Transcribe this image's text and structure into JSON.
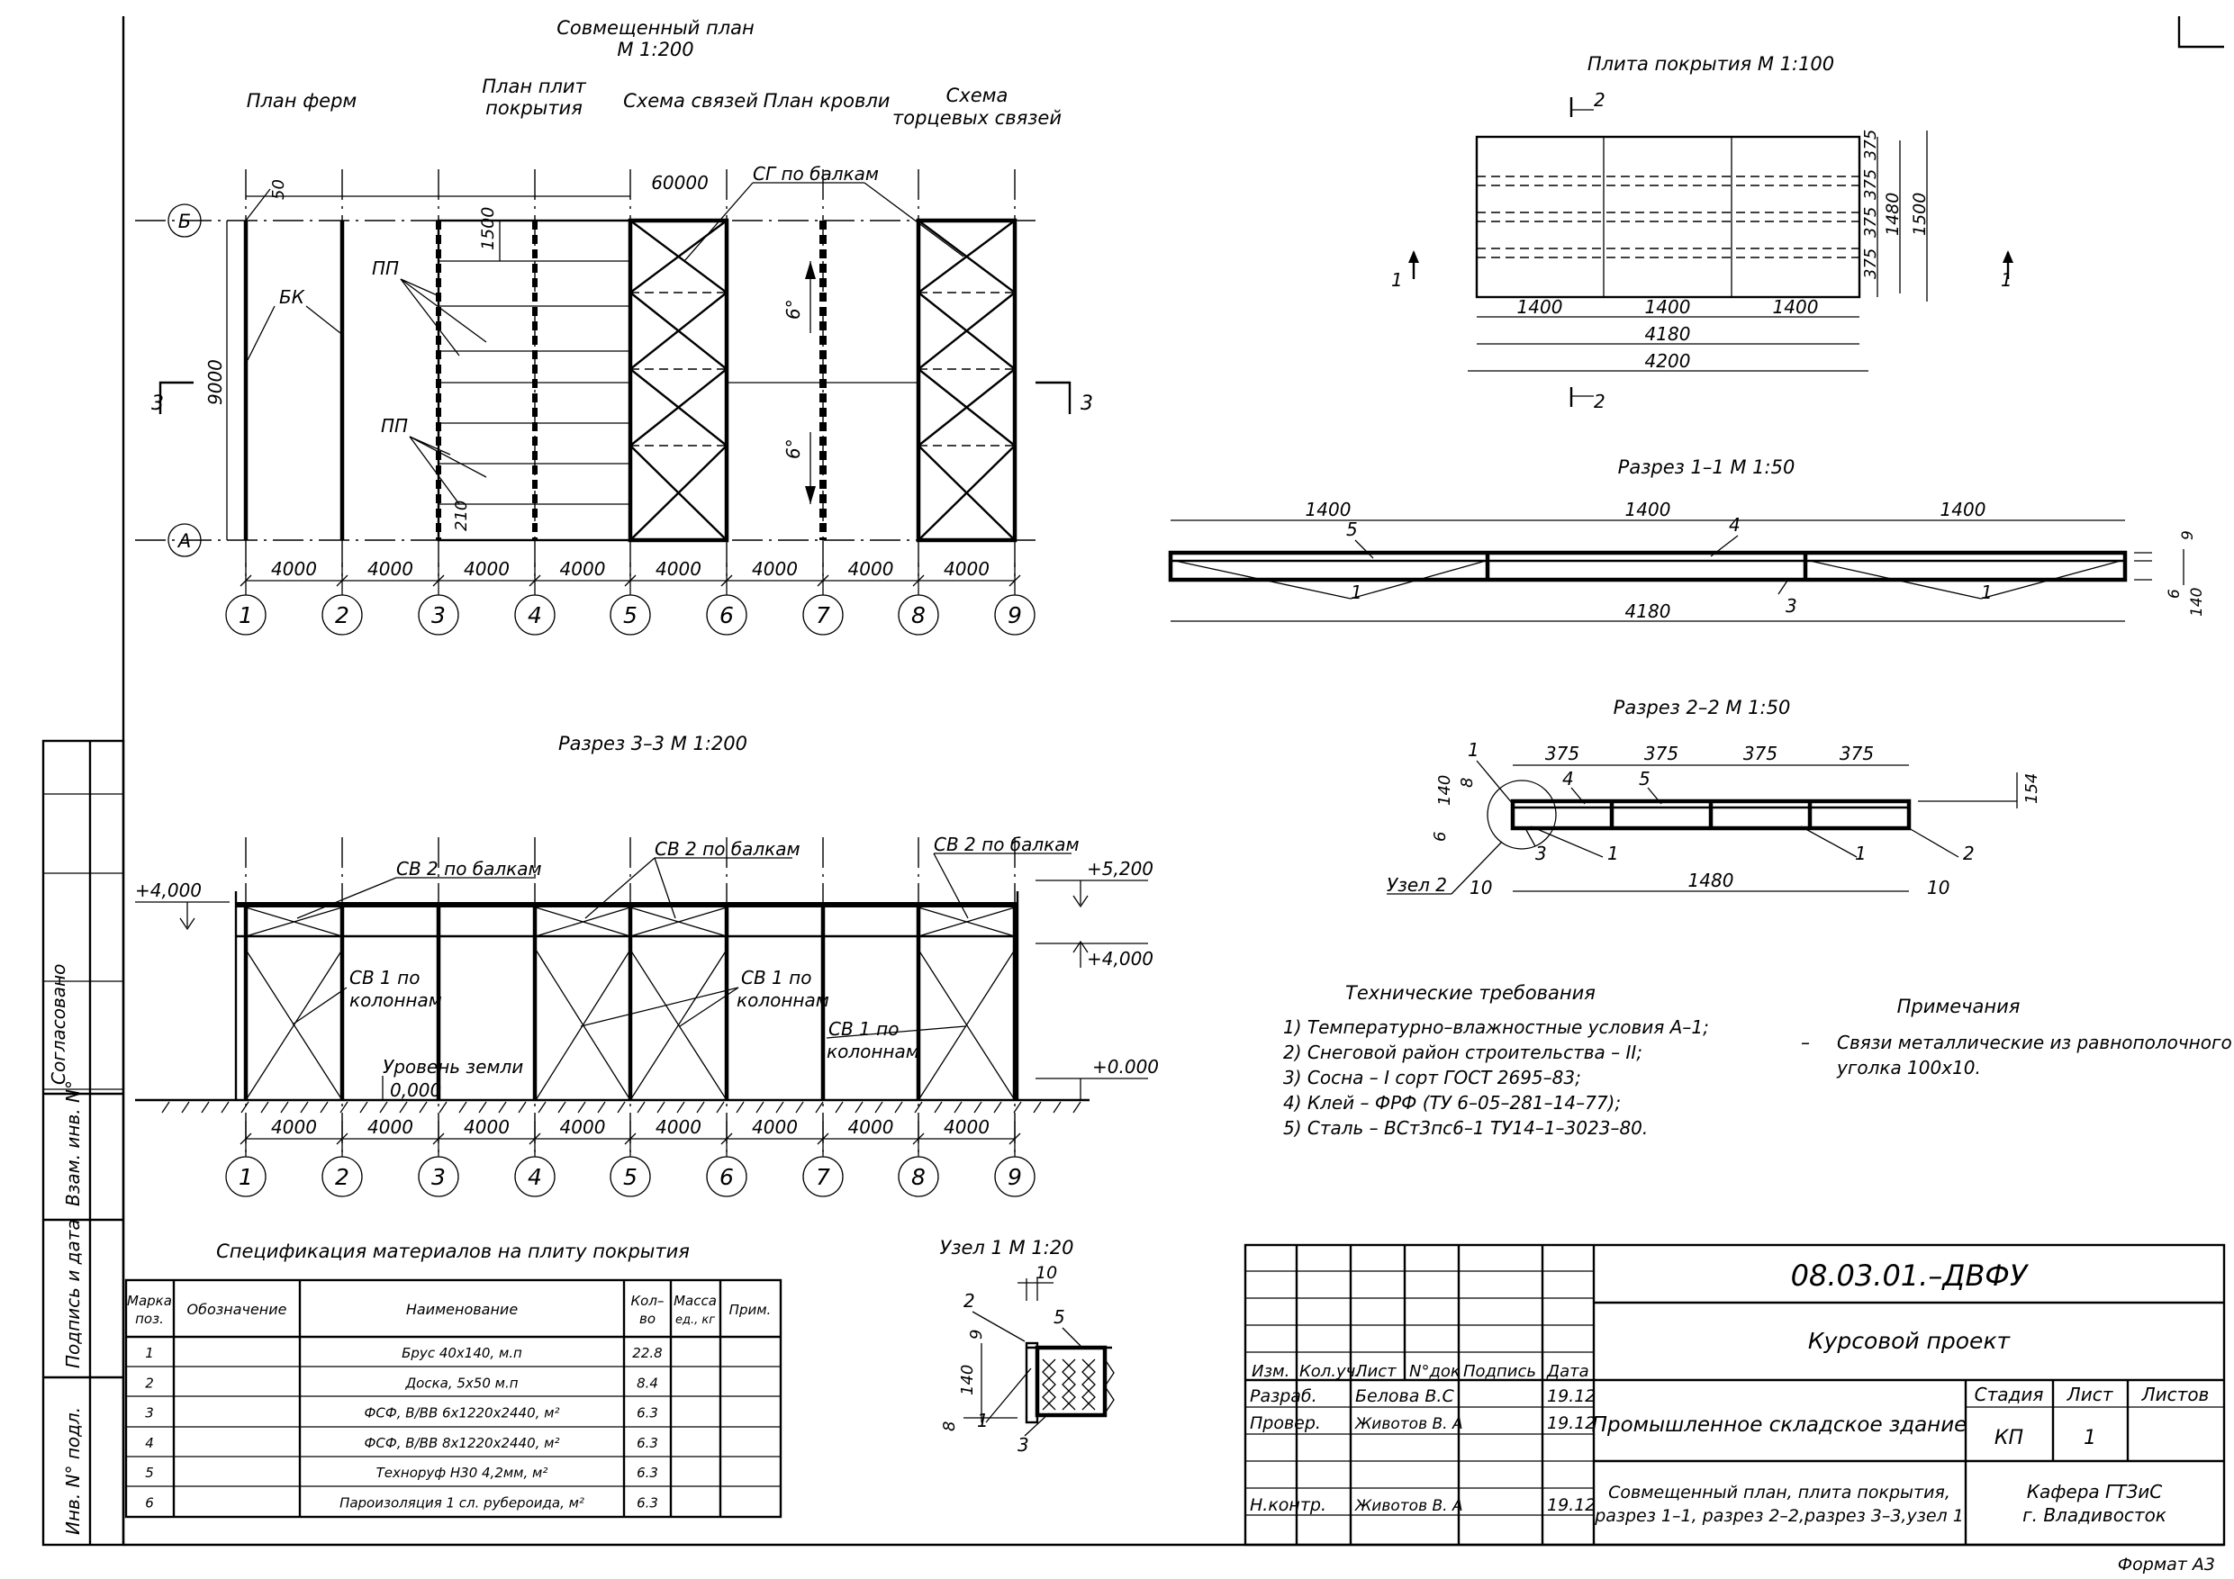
{
  "plan": {
    "title": "Совмещенный план",
    "scale": "М 1:200",
    "sections": {
      "trusses": "План ферм",
      "slabs_1": "План плит",
      "slabs_2": "покрытия",
      "bracing": "Схема связей",
      "roof": "План кровли",
      "end_bracing_1": "Схема",
      "end_bracing_2": "торцевых связей"
    },
    "dim_total": "60000",
    "dim_50": "50",
    "dim_1500": "1500",
    "dim_9000": "9000",
    "dim_210": "210",
    "label_sg": "СГ по балкам",
    "label_bk": "БК",
    "label_pp": "ПП",
    "slope": "6°",
    "axis_letters": [
      "Б",
      "А"
    ],
    "section_mark": "3"
  },
  "axes": [
    "1",
    "2",
    "3",
    "4",
    "5",
    "6",
    "7",
    "8",
    "9"
  ],
  "spans": [
    "4000",
    "4000",
    "4000",
    "4000",
    "4000",
    "4000",
    "4000",
    "4000"
  ],
  "plate": {
    "title": "Плита покрытия  М 1:100",
    "widths": [
      "1400",
      "1400",
      "1400"
    ],
    "d4180": "4180",
    "d4200": "4200",
    "rows": [
      "375",
      "375",
      "375",
      "375"
    ],
    "d1480": "1480",
    "d1500": "1500",
    "cut1": "1",
    "cut2": "2"
  },
  "s11": {
    "title": "Разрез 1–1  М 1:50",
    "top": [
      "1400",
      "1400",
      "1400"
    ],
    "total": "4180",
    "d9": "9",
    "d6": "6",
    "d140": "140",
    "pos": [
      "5",
      "4",
      "1",
      "3",
      "1"
    ]
  },
  "s22": {
    "title": "Разрез 2–2  М 1:50",
    "top": [
      "375",
      "375",
      "375",
      "375"
    ],
    "d1480": "1480",
    "d10a": "10",
    "d10b": "10",
    "d140": "140",
    "d8": "8",
    "d6": "6",
    "d154": "154",
    "uzel": "Узел 2",
    "pos": [
      "1",
      "4",
      "5",
      "1",
      "1",
      "2",
      "3"
    ]
  },
  "s33": {
    "title": "Разрез 3–3  М 1:200",
    "sv2": [
      "СВ 2  по балкам",
      "СВ 2  по балкам",
      "СВ 2  по балкам"
    ],
    "sv1_a1": "СВ 1  по",
    "sv1_a2": "колоннам",
    "sv1_b1": "СВ 1  по",
    "sv1_b2": "колоннам",
    "sv1_c1": "СВ 1  по",
    "sv1_c2": "колоннам",
    "ground1": "Уровень земли",
    "ground2": "0,000",
    "el_4000_left": "+4,000",
    "el_5200": "+5,200",
    "el_4000_right": "+4,000",
    "el_0": "+0.000"
  },
  "tech": {
    "title": "Технические требования",
    "items": [
      "1)   Температурно–влажностные условия А–1;",
      "2)   Снеговой район строительства – II;",
      "3)   Сосна – I сорт ГОСТ 2695–83;",
      "4)   Клей – ФРФ (ТУ 6–05–281–14–77);",
      "5)   Сталь – ВСт3пс6–1 ТУ14–1–3023–80."
    ]
  },
  "notes": {
    "title": "Примечания",
    "dash": "–",
    "line1": "Связи металлические из равнополочного",
    "line2": "уголка 100х10."
  },
  "spec": {
    "title": "Спецификация материалов на плиту покрытия",
    "headers": {
      "mark1": "Марка",
      "mark2": "поз.",
      "designation": "Обозначение",
      "name": "Наименование",
      "qty1": "Кол–",
      "qty2": "во",
      "mass1": "Масса",
      "mass2": "ед., кг",
      "note": "Прим."
    },
    "rows": [
      {
        "pos": "1",
        "name": "Брус 40х140,  м.п",
        "qty": "22.8"
      },
      {
        "pos": "2",
        "name": "Доска,  5х50  м.п",
        "qty": "8.4"
      },
      {
        "pos": "3",
        "name": "ФСФ,  В/ВВ 6х1220х2440,  м²",
        "qty": "6.3"
      },
      {
        "pos": "4",
        "name": "ФСФ,  В/ВВ 8х1220х2440,  м²",
        "qty": "6.3"
      },
      {
        "pos": "5",
        "name": "Техноруф Н30 4,2мм,  м²",
        "qty": "6.3"
      },
      {
        "pos": "6",
        "name": "Пароизоляция 1 сл. рубероида,  м²",
        "qty": "6.3"
      }
    ]
  },
  "node1": {
    "title": "Узел 1  М 1:20",
    "d10": "10",
    "d9": "9",
    "d140": "140",
    "d8": "8",
    "pos": [
      "2",
      "5",
      "1",
      "3"
    ]
  },
  "stamp": {
    "code": "08.03.01.–ДВФУ",
    "project": "Курсовой проект",
    "cols": [
      "Изм.",
      "Кол.уч.",
      "Лист",
      "N°док",
      "Подпись",
      "Дата"
    ],
    "razrab": "Разраб.",
    "razrab_name": "Белова В.С",
    "razrab_date": "19.12",
    "prover": "Провер.",
    "prover_name": "Животов В. А",
    "prover_date": "19.12",
    "nkontr": "Н.контр.",
    "nkontr_name": "Животов В. А",
    "nkontr_date": "19.12",
    "building": "Промышленное складское здание",
    "stage_h": "Стадия",
    "sheet_h": "Лист",
    "sheets_h": "Листов",
    "stage": "КП",
    "sheet": "1",
    "content1": "Совмещенный план,  плита покрытия,",
    "content2": "разрез 1–1,  разрез 2–2,разрез 3–3,узел 1",
    "org1": "Кафера ГТЗиС",
    "org2": "г. Владивосток",
    "format": "Формат А3"
  },
  "side": {
    "soglasovano": "Согласовано",
    "vzam": "Взам. инв. N°",
    "podpis": "Подпись и дата",
    "inv": "Инв. N° подл."
  }
}
